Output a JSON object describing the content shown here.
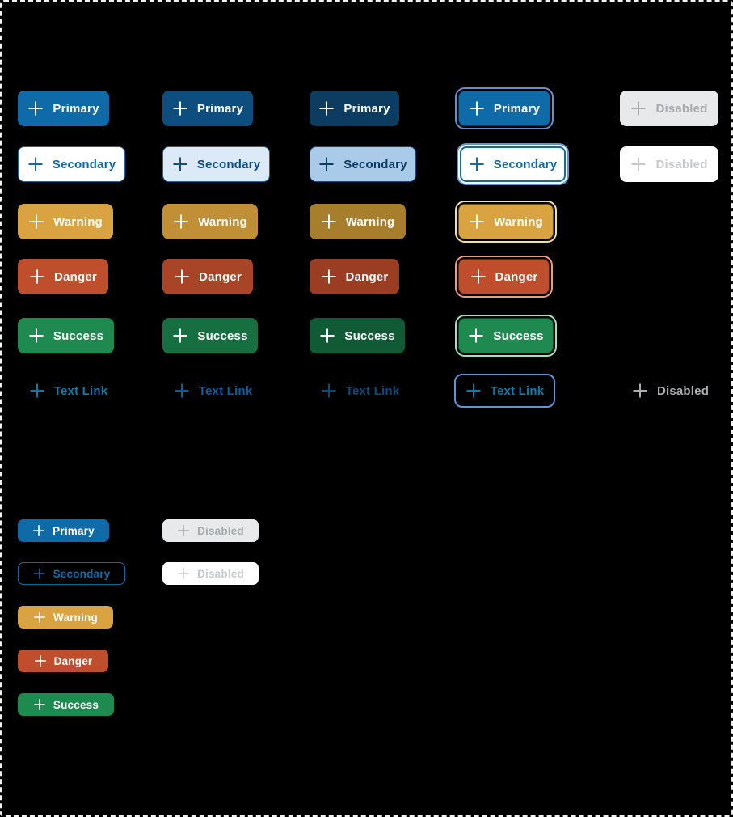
{
  "canvas": {
    "background": "#000000",
    "border_color": "#F2F2F2",
    "description": "Button component states sheet"
  },
  "palette": {
    "primary": "#0E6BA8",
    "primary_hover": "#0D4E7E",
    "primary_active": "#0C3C60",
    "secondary_bg": "#FFFFFF",
    "secondary_hover_bg": "#DCE9F6",
    "secondary_active_bg": "#A9CBE9",
    "warning": "#D8A340",
    "warning_hover": "#C18F35",
    "warning_active": "#A67E2C",
    "danger": "#BF4E2D",
    "danger_hover": "#A94527",
    "danger_active": "#9A3D22",
    "success": "#1E8A50",
    "success_hover": "#166F40",
    "success_active": "#115A36",
    "text_link": "#0F7BA6",
    "text_link_hover": "#0D5C9E",
    "text_link_active": "#0D4A78",
    "disabled_bg": "#E8E9EA",
    "disabled_text": "#A6ABAF",
    "disabled_ghost_text": "#C6CACE",
    "focus_ring_blue": "#6590CB",
    "focus_ring_warning": "#F3DFA6",
    "focus_ring_danger": "#EA9C7D",
    "focus_ring_success": "#A6DEC0"
  },
  "icons": {
    "plus": "plus-icon"
  },
  "grid": {
    "rows": [
      {
        "variant": "primary",
        "cells": [
          {
            "state": "default",
            "label": "Primary"
          },
          {
            "state": "hover",
            "label": "Primary"
          },
          {
            "state": "active",
            "label": "Primary"
          },
          {
            "state": "focused",
            "label": "Primary"
          },
          {
            "state": "disabled",
            "label": "Disabled"
          }
        ]
      },
      {
        "variant": "secondary",
        "cells": [
          {
            "state": "default",
            "label": "Secondary"
          },
          {
            "state": "hover",
            "label": "Secondary"
          },
          {
            "state": "active",
            "label": "Secondary"
          },
          {
            "state": "focused",
            "label": "Secondary"
          },
          {
            "state": "disabled",
            "label": "Disabled"
          }
        ]
      },
      {
        "variant": "warning",
        "cells": [
          {
            "state": "default",
            "label": "Warning"
          },
          {
            "state": "hover",
            "label": "Warning"
          },
          {
            "state": "active",
            "label": "Warning"
          },
          {
            "state": "focused",
            "label": "Warning"
          }
        ]
      },
      {
        "variant": "danger",
        "cells": [
          {
            "state": "default",
            "label": "Danger"
          },
          {
            "state": "hover",
            "label": "Danger"
          },
          {
            "state": "active",
            "label": "Danger"
          },
          {
            "state": "focused",
            "label": "Danger"
          }
        ]
      },
      {
        "variant": "success",
        "cells": [
          {
            "state": "default",
            "label": "Success"
          },
          {
            "state": "hover",
            "label": "Success"
          },
          {
            "state": "active",
            "label": "Success"
          },
          {
            "state": "focused",
            "label": "Success"
          }
        ]
      },
      {
        "variant": "text-link",
        "cells": [
          {
            "state": "default",
            "label": "Text Link"
          },
          {
            "state": "hover",
            "label": "Text Link"
          },
          {
            "state": "active",
            "label": "Text Link"
          },
          {
            "state": "focused",
            "label": "Text Link"
          },
          {
            "state": "disabled",
            "label": "Disabled"
          }
        ]
      }
    ]
  },
  "small": {
    "rows": [
      {
        "variant": "primary",
        "label": "Primary"
      },
      {
        "variant": "secondary",
        "label": "Secondary"
      },
      {
        "variant": "warning",
        "label": "Warning"
      },
      {
        "variant": "danger",
        "label": "Danger"
      },
      {
        "variant": "success",
        "label": "Success"
      }
    ],
    "disabled": [
      {
        "style": "solid",
        "label": "Disabled"
      },
      {
        "style": "ghost",
        "label": "Disabled"
      }
    ]
  }
}
